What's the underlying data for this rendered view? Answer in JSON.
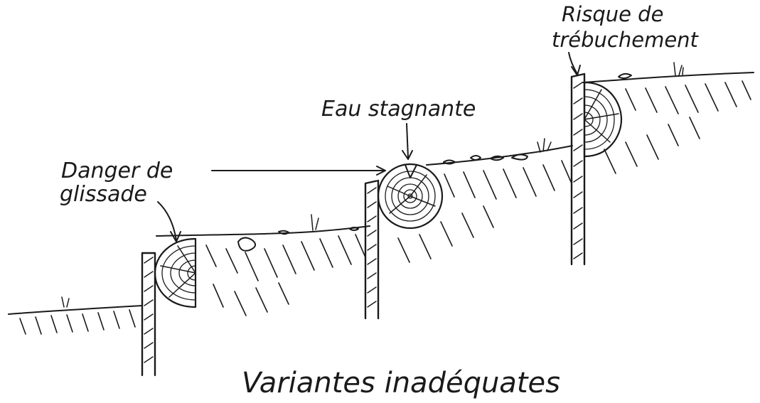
{
  "labels": {
    "slip_line1": "Danger de",
    "slip_line2": "glissade",
    "water": "Eau stagnante",
    "trip_line1": "Risque de",
    "trip_line2": "trébuchement",
    "caption": "Variantes inadéquates"
  }
}
